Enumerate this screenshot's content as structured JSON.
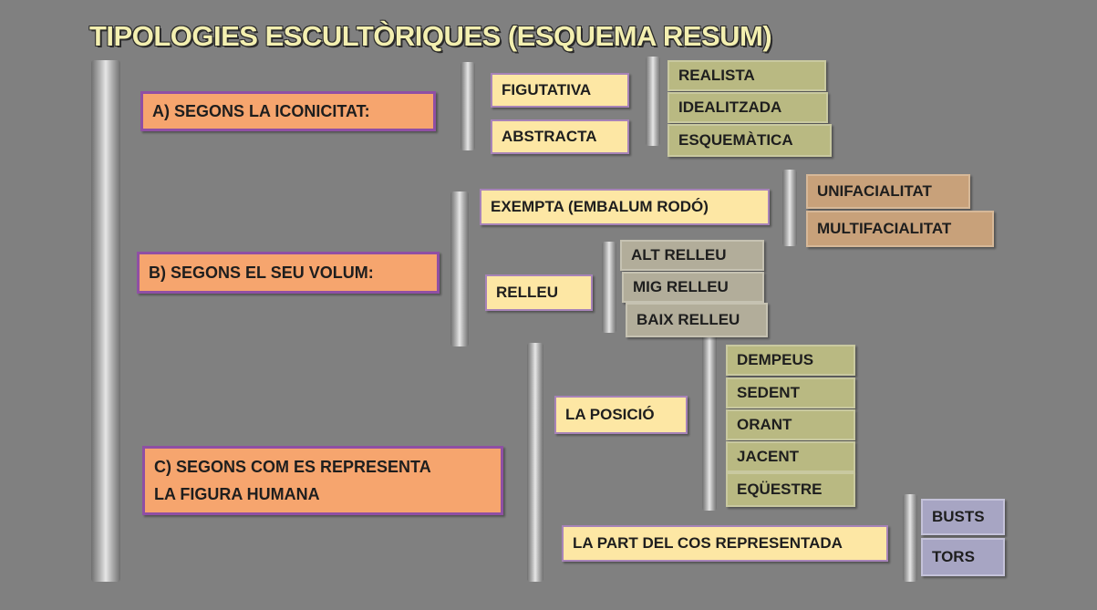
{
  "title": "TIPOLOGIES ESCULTÒRIQUES (ESQUEMA RESUM)",
  "sections": {
    "a": {
      "label": "A) SEGONS LA ICONICITAT:",
      "figurativa": "FIGUTATIVA",
      "abstracta": "ABSTRACTA",
      "figurativa_types": [
        "REALISTA",
        "IDEALITZADA",
        "ESQUEMÀTICA"
      ]
    },
    "b": {
      "label": "B) SEGONS EL  SEU VOLUM:",
      "exempta": "EXEMPTA (EMBALUM RODÓ)",
      "exempta_types": [
        "UNIFACIALITAT",
        "MULTIFACIALITAT"
      ],
      "relleu": "RELLEU",
      "relleu_types": [
        "ALT RELLEU",
        "MIG RELLEU",
        "BAIX RELLEU"
      ]
    },
    "c": {
      "label_line1": "C) SEGONS COM ES REPRESENTA",
      "label_line2": "LA FIGURA HUMANA",
      "posicio": "LA POSICIÓ",
      "posicio_types": [
        "DEMPEUS",
        "SEDENT",
        "ORANT",
        "JACENT",
        "EQÜESTRE"
      ],
      "part_cos": "LA PART DEL COS REPRESENTADA",
      "part_cos_types": [
        "BUSTS",
        "TORS"
      ]
    }
  },
  "colors": {
    "background": "#808080",
    "title": "#f3efb0",
    "category_fill": "#f6a56e",
    "category_border": "#8f4fa4",
    "level1_fill": "#fde7a4",
    "green_fill": "#b9b982",
    "tan_fill": "#c8a17a",
    "grey_fill": "#b2ad9a",
    "lavender_fill": "#a7a5c3"
  }
}
